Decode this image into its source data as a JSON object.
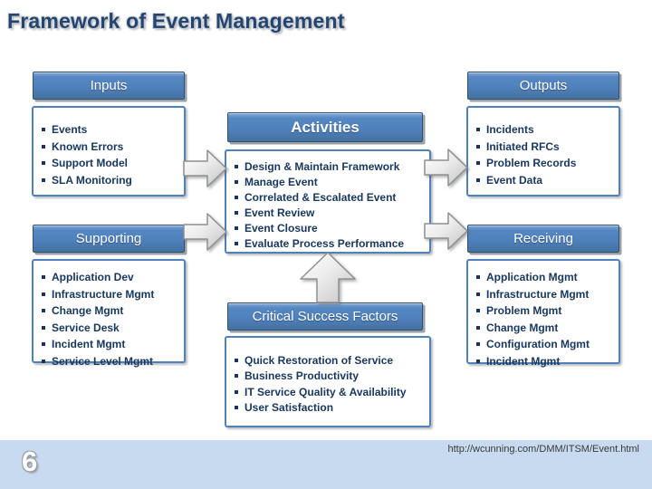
{
  "slide": {
    "title": "Framework of Event Management",
    "page_number": "6",
    "footer_url": "http://wcunning.com/DMM/ITSM/Event.html"
  },
  "colors": {
    "title_text": "#24456E",
    "header_fill": "#4F81BD",
    "header_border": "#30506F",
    "header_text": "#FFFFFF",
    "body_border": "#4F81BD",
    "list_text": "#17375E",
    "footer_band": "#C8DAF0",
    "arrow_fill_light": "#FCFCFC",
    "arrow_fill_dark": "#C2C2C2",
    "arrow_border": "#909090"
  },
  "icons": {
    "bullet": "square-bullet"
  },
  "diagram": {
    "boxes": {
      "inputs": {
        "title": "Inputs",
        "items": [
          "Events",
          "Known Errors",
          "Support Model",
          "SLA Monitoring"
        ]
      },
      "activities": {
        "title": "Activities",
        "items": [
          "Design & Maintain Framework",
          "Manage Event",
          "Correlated & Escalated Event",
          "Event Review",
          "Event Closure",
          "Evaluate Process Performance"
        ]
      },
      "outputs": {
        "title": "Outputs",
        "items": [
          "Incidents",
          "Initiated RFCs",
          "Problem Records",
          "Event Data"
        ]
      },
      "supporting": {
        "title": "Supporting",
        "items": [
          "Application Dev",
          "Infrastructure Mgmt",
          "Change Mgmt",
          "Service Desk",
          "Incident Mgmt",
          "Service Level Mgmt"
        ]
      },
      "receiving": {
        "title": "Receiving",
        "items": [
          "Application Mgmt",
          "Infrastructure Mgmt",
          "Problem Mgmt",
          "Change Mgmt",
          "Configuration Mgmt",
          "Incident Mgmt"
        ]
      },
      "csf": {
        "title": "Critical Success Factors",
        "items": [
          "Quick Restoration of Service",
          "Business Productivity",
          "IT Service Quality & Availability",
          "User Satisfaction"
        ]
      }
    },
    "arrows": [
      {
        "name": "inputs-to-activities",
        "direction": "right"
      },
      {
        "name": "supporting-to-activities",
        "direction": "right"
      },
      {
        "name": "activities-to-outputs",
        "direction": "right"
      },
      {
        "name": "activities-to-receiving",
        "direction": "right"
      },
      {
        "name": "critical-success-factors-to-activities",
        "direction": "up"
      }
    ]
  }
}
